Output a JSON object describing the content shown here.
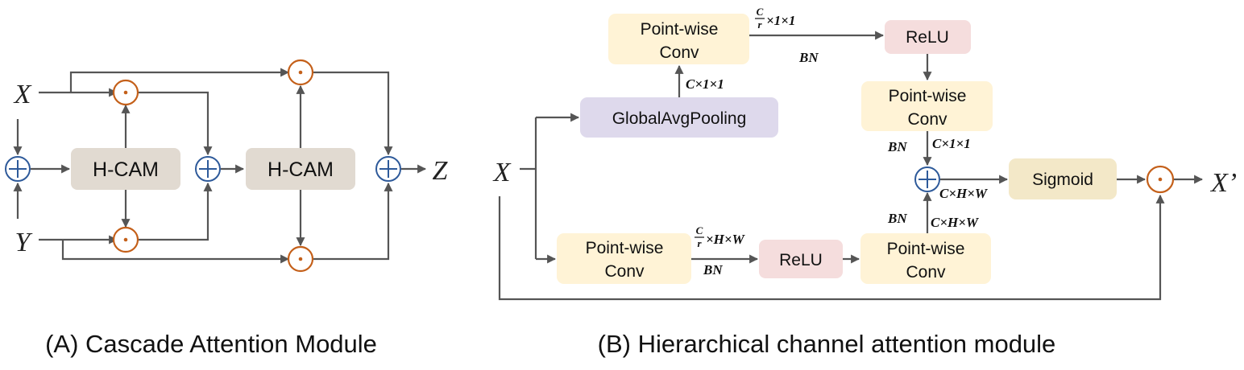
{
  "panel_a": {
    "caption": "(A) Cascade Attention Module",
    "var_x": "X",
    "var_y": "Y",
    "var_z": "Z",
    "hcam1": "H-CAM",
    "hcam2": "H-CAM"
  },
  "panel_b": {
    "caption": "(B) Hierarchical channel attention module",
    "var_x": "X",
    "var_xprime": "X’",
    "gap": "GlobalAvgPooling",
    "pw_top_1": "Point-wise",
    "pw_top_2": "Conv",
    "relu_top": "ReLU",
    "pw_mid_1": "Point-wise",
    "pw_mid_2": "Conv",
    "sigmoid": "Sigmoid",
    "pw_bl_1": "Point-wise",
    "pw_bl_2": "Conv",
    "relu_bot": "ReLU",
    "pw_br_1": "Point-wise",
    "pw_br_2": "Conv",
    "ann_c11_gap": "C×1×1",
    "ann_frac_top_num": "C",
    "ann_frac_top_den": "r",
    "ann_frac_top_rest": "×1×1",
    "ann_bn_top": "BN",
    "ann_bn_mid": "BN",
    "ann_c11_mid": "C×1×1",
    "ann_chw_sum": "C×H×W",
    "ann_bn_br": "BN",
    "ann_chw_br": "C×H×W",
    "ann_frac_bot_num": "C",
    "ann_frac_bot_den": "r",
    "ann_frac_bot_rest": "×H×W",
    "ann_bn_bot": "BN"
  },
  "colors": {
    "line": "#555555",
    "hcam_fill": "#E1DAD1",
    "conv_fill": "#FFF3D6",
    "relu_fill": "#F5DDDD",
    "gap_fill": "#DED9EC",
    "add_ring": "#2E5A9A",
    "mul_ring": "#C4601A"
  }
}
